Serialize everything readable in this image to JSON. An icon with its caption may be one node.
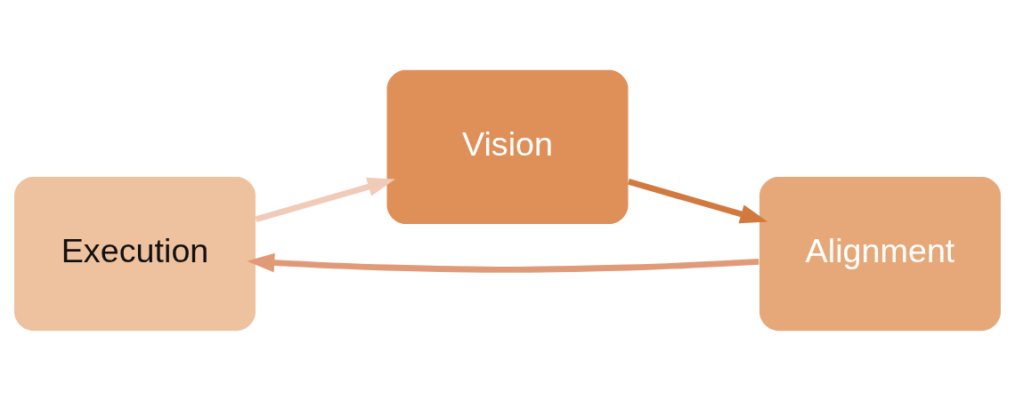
{
  "diagram": {
    "nodes": [
      {
        "text": [
          "Execution"
        ]
      },
      {
        "text": [
          "Vision"
        ]
      },
      {
        "text": [
          "Alignment"
        ]
      }
    ],
    "edges": [
      {
        "from": 0,
        "to": 1,
        "arrow": "to",
        "color": "#f0cbb8"
      },
      {
        "from": 1,
        "to": 2,
        "arrow": "to",
        "color": "#d07a40"
      },
      {
        "from": 2,
        "to": 0,
        "arrow": "to",
        "color": "#e09a78"
      }
    ]
  }
}
